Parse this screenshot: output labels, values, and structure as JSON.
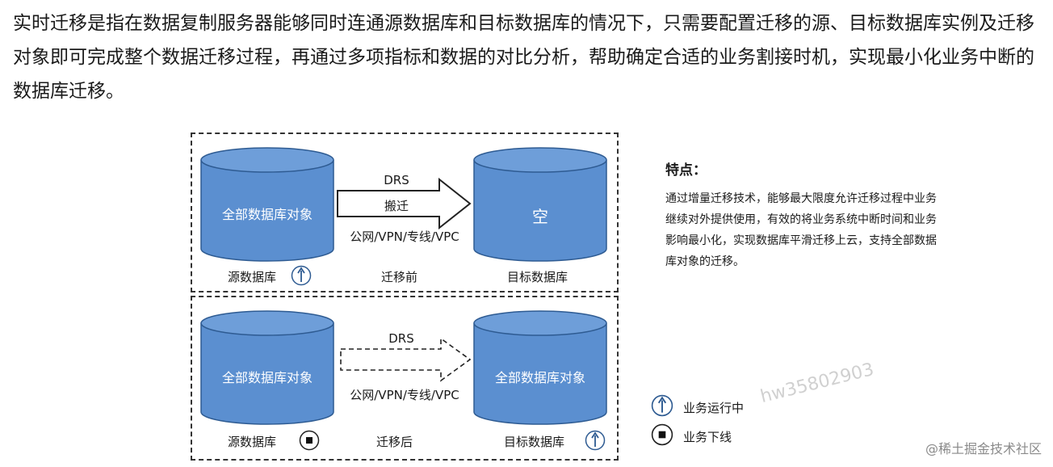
{
  "intro_text": "实时迁移是指在数据复制服务器能够同时连通源数据库和目标数据库的情况下，只需要配置迁移的源、目标数据库实例及迁移对象即可完成整个数据迁移过程，再通过多项指标和数据的对比分析，帮助确定合适的业务割接时机，实现最小化业务中断的数据库迁移。",
  "colors": {
    "cylinder_fill": "#5b8fd0",
    "cylinder_top": "#6e9ed9",
    "cylinder_stroke": "#2e5b92"
  },
  "before": {
    "source_db_label": "全部数据库对象",
    "target_db_label": "空",
    "arrow_top": "DRS",
    "arrow_middle": "搬迁",
    "arrow_bottom": "公网/VPN/专线/VPC",
    "source_caption": "源数据库",
    "stage_caption": "迁移前",
    "target_caption": "目标数据库"
  },
  "after": {
    "source_db_label": "全部数据库对象",
    "target_db_label": "全部数据库对象",
    "arrow_top": "DRS",
    "arrow_bottom": "公网/VPN/专线/VPC",
    "source_caption": "源数据库",
    "stage_caption": "迁移后",
    "target_caption": "目标数据库"
  },
  "features": {
    "title": "特点：",
    "body": "通过增量迁移技术，能够最大限度允许迁移过程中业务继续对外提供使用，有效的将业务系统中断时间和业务影响最小化，实现数据库平滑迁移上云，支持全部数据库对象的迁移。"
  },
  "legend": {
    "running": "业务运行中",
    "offline": "业务下线"
  },
  "watermark": "hw35802903",
  "site_mark": "@稀土掘金技术社区"
}
